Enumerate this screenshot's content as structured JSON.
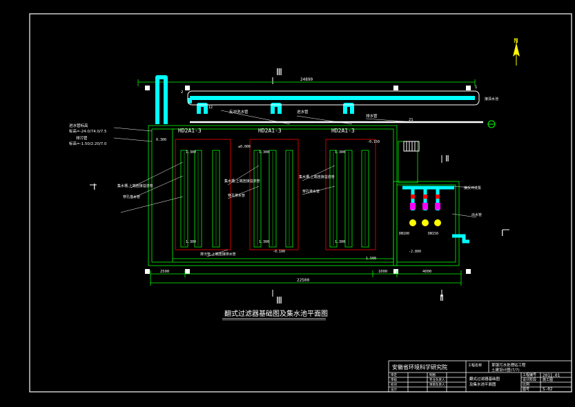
{
  "drawing": {
    "title": "翻式过滤器基础图及集水池平面图",
    "section_marks": {
      "iii": "Ⅲ",
      "ii": "Ⅱ",
      "i": "Ⅰ"
    },
    "equipment_labels": [
      "HD2A1-3",
      "HD2A1-3",
      "HD2A1-3"
    ],
    "dimensions": {
      "overall_top": "24890",
      "overall_bottom": "22500",
      "seg_a": "2500",
      "seg_b": "4000",
      "seg_c": "1000",
      "level_1": "1.300",
      "level_2": "1.500",
      "level_3": "-0.100",
      "level_4": "-2.800",
      "level_5": "0.300",
      "level_6": "-0.150",
      "level_7": "±0.000",
      "pipe_dn": "DN100",
      "pipe_dn2": "DN150",
      "num_21": "21",
      "num_1": "1",
      "num_2": "2",
      "num_12": "12"
    },
    "left_notes": [
      "进水管标高",
      "标高=-24.0/74.0/7.5",
      "排污管",
      "标高=-1.50/2.20/7.0"
    ],
    "pipe_notes": [
      "反冲洗水管",
      "进水管",
      "排水管"
    ],
    "right_notes": [
      "接清水池",
      "接反冲洗泵",
      "出水管"
    ],
    "inner_notes": [
      "集水槽,上端连接溢流管",
      "穿孔排水管",
      "集水槽,上端连接溢流管",
      "穿孔排水管",
      "集水槽,上端连接溢流管",
      "穿孔排水管",
      "排污管,上端连接排水管"
    ],
    "north": "N"
  },
  "title_block": {
    "institute": "安徽省环境科学研究院",
    "project_label": "工程名称",
    "project_value": "某镇污水处理站工程",
    "sub_value": "土建设计图(7/7)",
    "drawing_name_1": "翻式过滤器基础图",
    "drawing_name_2": "及集水池平面图",
    "job_no_label": "工程编号",
    "job_no": "2011.01",
    "design_stage_label": "设计阶段",
    "design_stage": "施工图",
    "scale_label": "比例",
    "sheet_label": "图号",
    "sheet_no": "S-02",
    "roles": [
      "审定",
      "审核",
      "校对",
      "设计",
      "制图",
      "专业负责人",
      "项目负责人"
    ]
  }
}
